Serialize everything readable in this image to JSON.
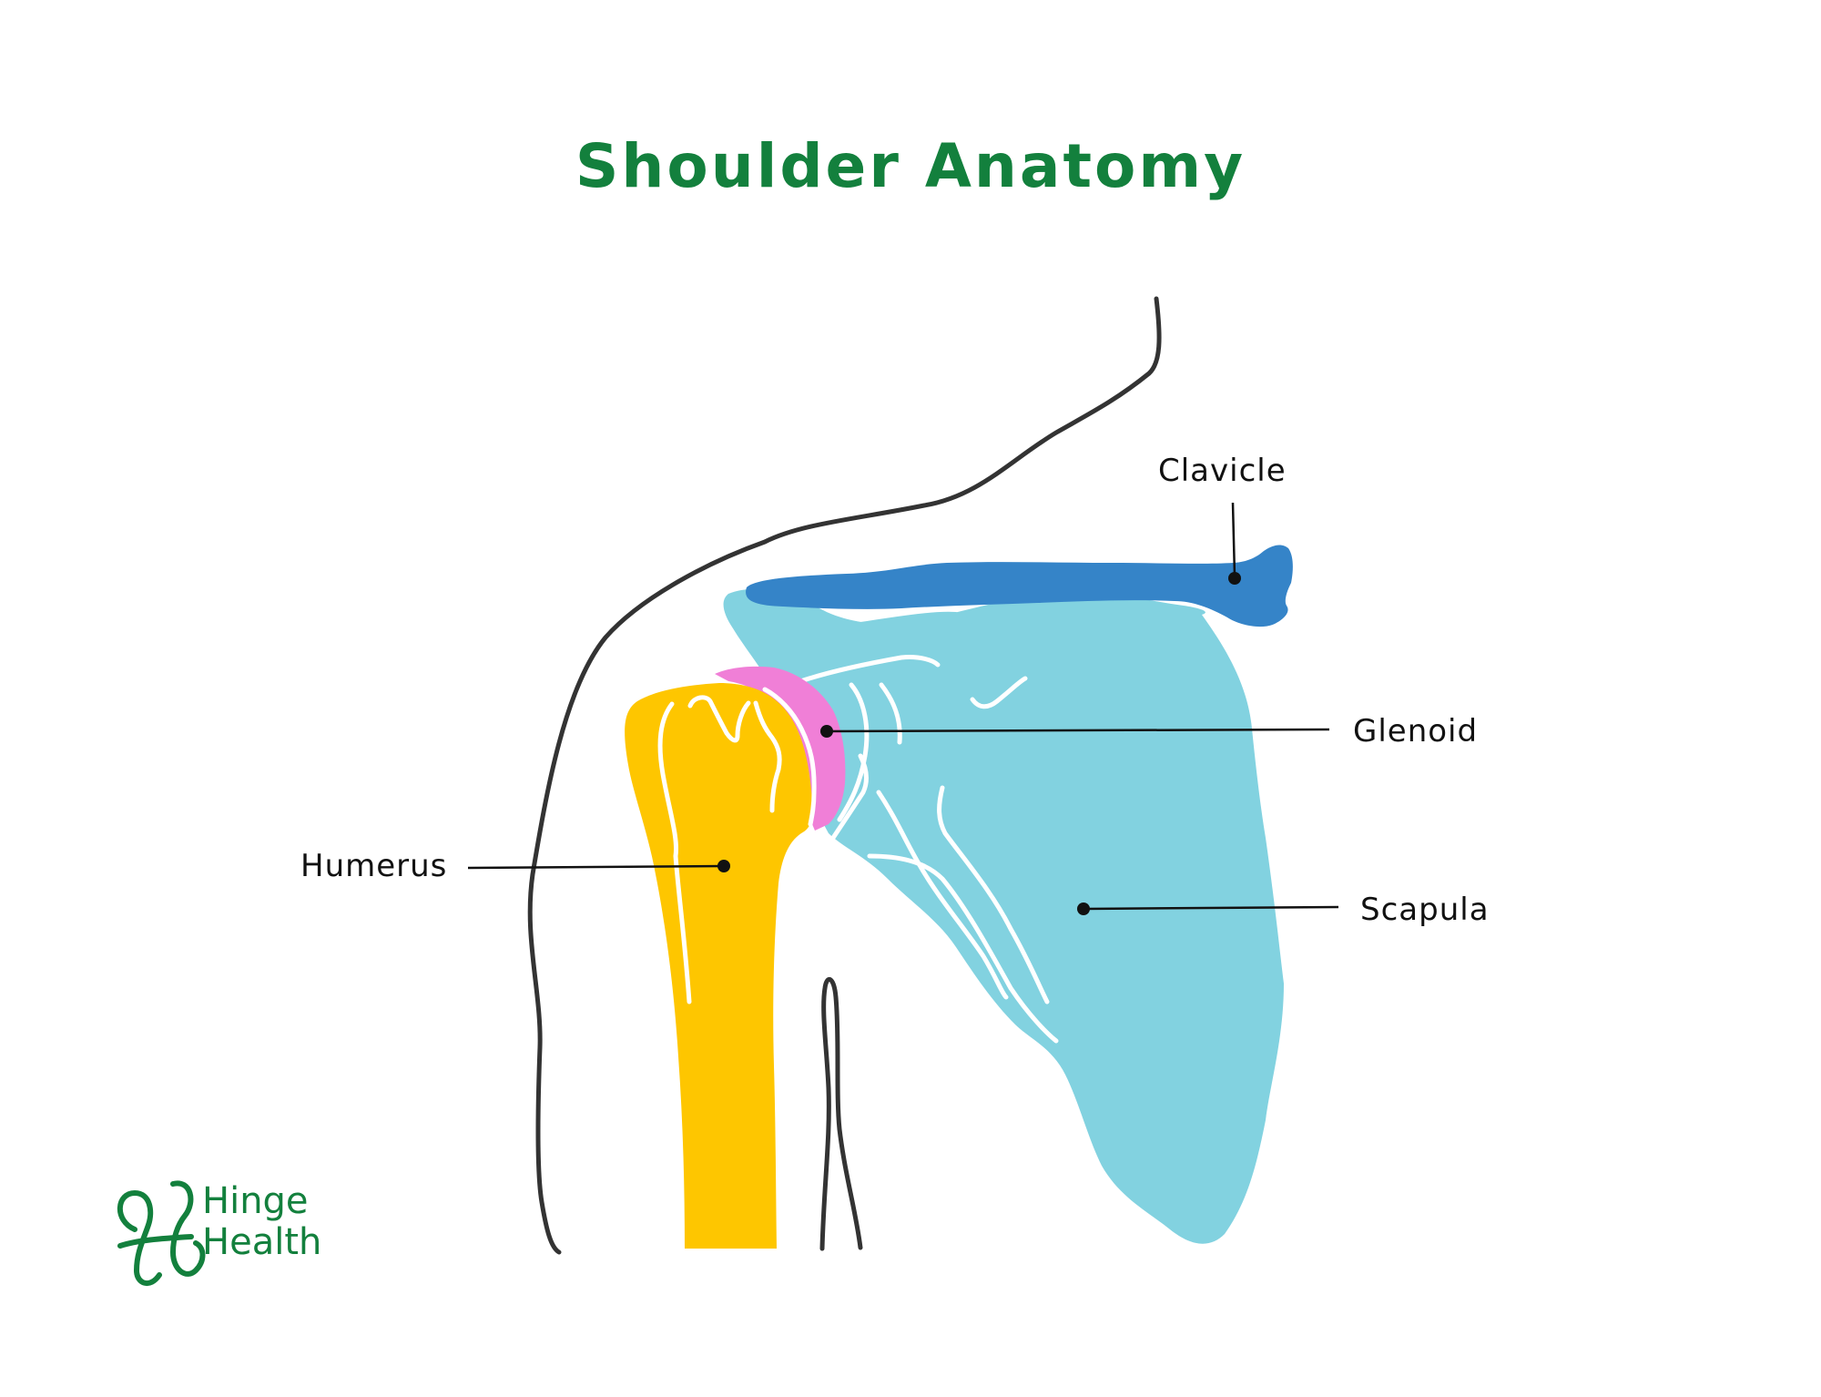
{
  "title": "Shoulder Anatomy",
  "labels": {
    "clavicle": "Clavicle",
    "glenoid": "Glenoid",
    "humerus": "Humerus",
    "scapula": "Scapula"
  },
  "logo": {
    "line1": "Hinge",
    "line2": "Health",
    "icon": "hinge-health-logo-icon"
  },
  "colors": {
    "title": "#13803d",
    "clavicle": "#3584c8",
    "scapula": "#82d2e0",
    "glenoid": "#f07fd7",
    "humerus": "#fec600",
    "outline": "#333333",
    "logo": "#13803d"
  }
}
